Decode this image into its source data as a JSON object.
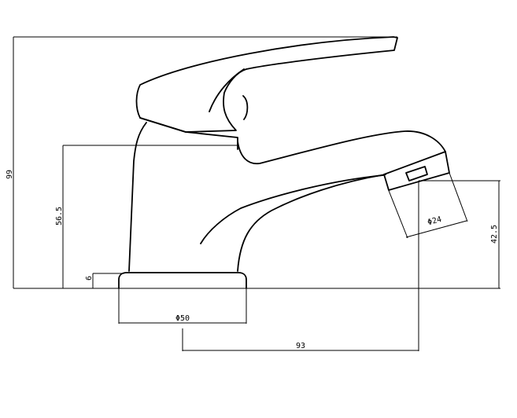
{
  "diagram": {
    "dimensions": {
      "total_height": "99",
      "body_height": "56.5",
      "base_height": "6",
      "base_diameter": "Φ50",
      "aerator_diameter": "Φ24",
      "spout_height": "42.5",
      "spout_reach": "93"
    },
    "colors": {
      "line": "#000000",
      "background": "#ffffff"
    }
  }
}
